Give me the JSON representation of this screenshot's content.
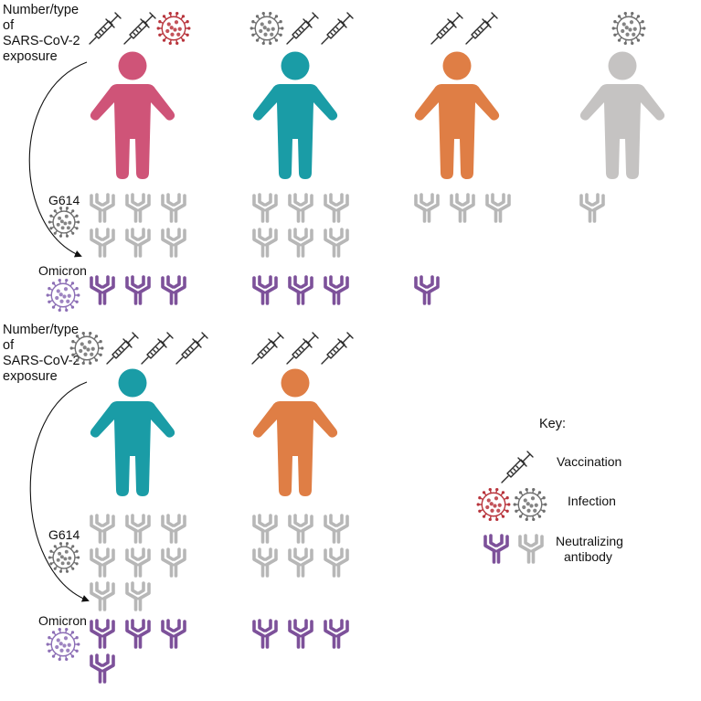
{
  "colors": {
    "pink": "#cf5478",
    "teal": "#1a9ca6",
    "orange": "#df7e45",
    "gray_person": "#c5c3c2",
    "neutralizing_purple": "#7d519a",
    "antibody_gray": "#b7b7b7",
    "virus_red": "#b8343c",
    "virus_gray": "#6f6f6f",
    "virus_purple": "#8d6fb6"
  },
  "panels": [
    {
      "exposure_label": [
        "Number/type",
        "of",
        "SARS-CoV-2",
        "exposure"
      ],
      "g614_label": "G614",
      "omicron_label": "Omicron",
      "groups": [
        {
          "person_color": "pink",
          "exposures": [
            "vaccination",
            "vaccination",
            "infection-red"
          ],
          "g614_antibodies": 6,
          "omicron_antibodies": 3
        },
        {
          "person_color": "teal",
          "exposures": [
            "infection-gray",
            "vaccination",
            "vaccination"
          ],
          "g614_antibodies": 6,
          "omicron_antibodies": 3
        },
        {
          "person_color": "orange",
          "exposures": [
            "vaccination",
            "vaccination"
          ],
          "g614_antibodies": 3,
          "omicron_antibodies": 1
        },
        {
          "person_color": "gray_person",
          "exposures": [
            "infection-gray"
          ],
          "g614_antibodies": 1,
          "omicron_antibodies": 0
        }
      ]
    },
    {
      "exposure_label": [
        "Number/type",
        "of",
        "SARS-CoV-2",
        "exposure"
      ],
      "g614_label": "G614",
      "omicron_label": "Omicron",
      "groups": [
        {
          "person_color": "teal",
          "exposures": [
            "infection-gray",
            "vaccination",
            "vaccination",
            "vaccination"
          ],
          "g614_antibodies": 8,
          "omicron_antibodies": 4
        },
        {
          "person_color": "orange",
          "exposures": [
            "vaccination",
            "vaccination",
            "vaccination"
          ],
          "g614_antibodies": 6,
          "omicron_antibodies": 3
        }
      ]
    }
  ],
  "key": {
    "title": "Key:",
    "vaccination": "Vaccination",
    "infection": "Infection",
    "antibody_line1": "Neutralizing",
    "antibody_line2": "antibody"
  }
}
